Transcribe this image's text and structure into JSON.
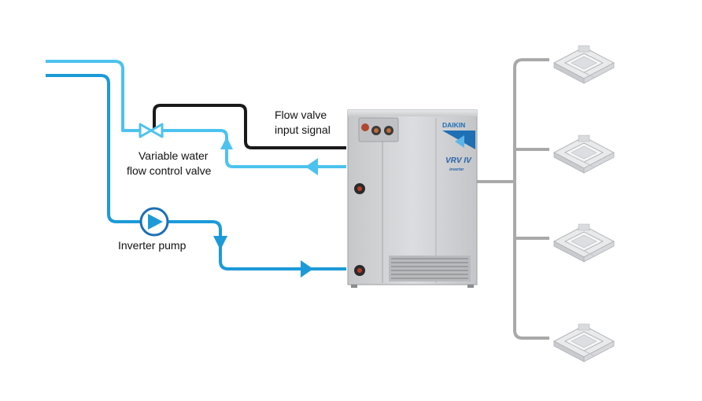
{
  "labels": {
    "flow_valve_line1": "Flow valve",
    "flow_valve_line2": "input signal",
    "valve_line1": "Variable water",
    "valve_line2": "flow control valve",
    "pump": "Inverter pump"
  },
  "unit": {
    "brand": "DAIKIN",
    "model": "VRV IV",
    "submodel": "inverter"
  },
  "colors": {
    "light_pipe": "#4cc3ee",
    "dark_pipe": "#1c9ad8",
    "signal_line": "#1a1a1a",
    "refrigerant_line": "#a9a9a9",
    "unit_body": "#d4d5d7"
  },
  "icons": {
    "valve": "valve-icon",
    "pump": "pump-icon",
    "indoor_unit": "ceiling-cassette-icon"
  }
}
